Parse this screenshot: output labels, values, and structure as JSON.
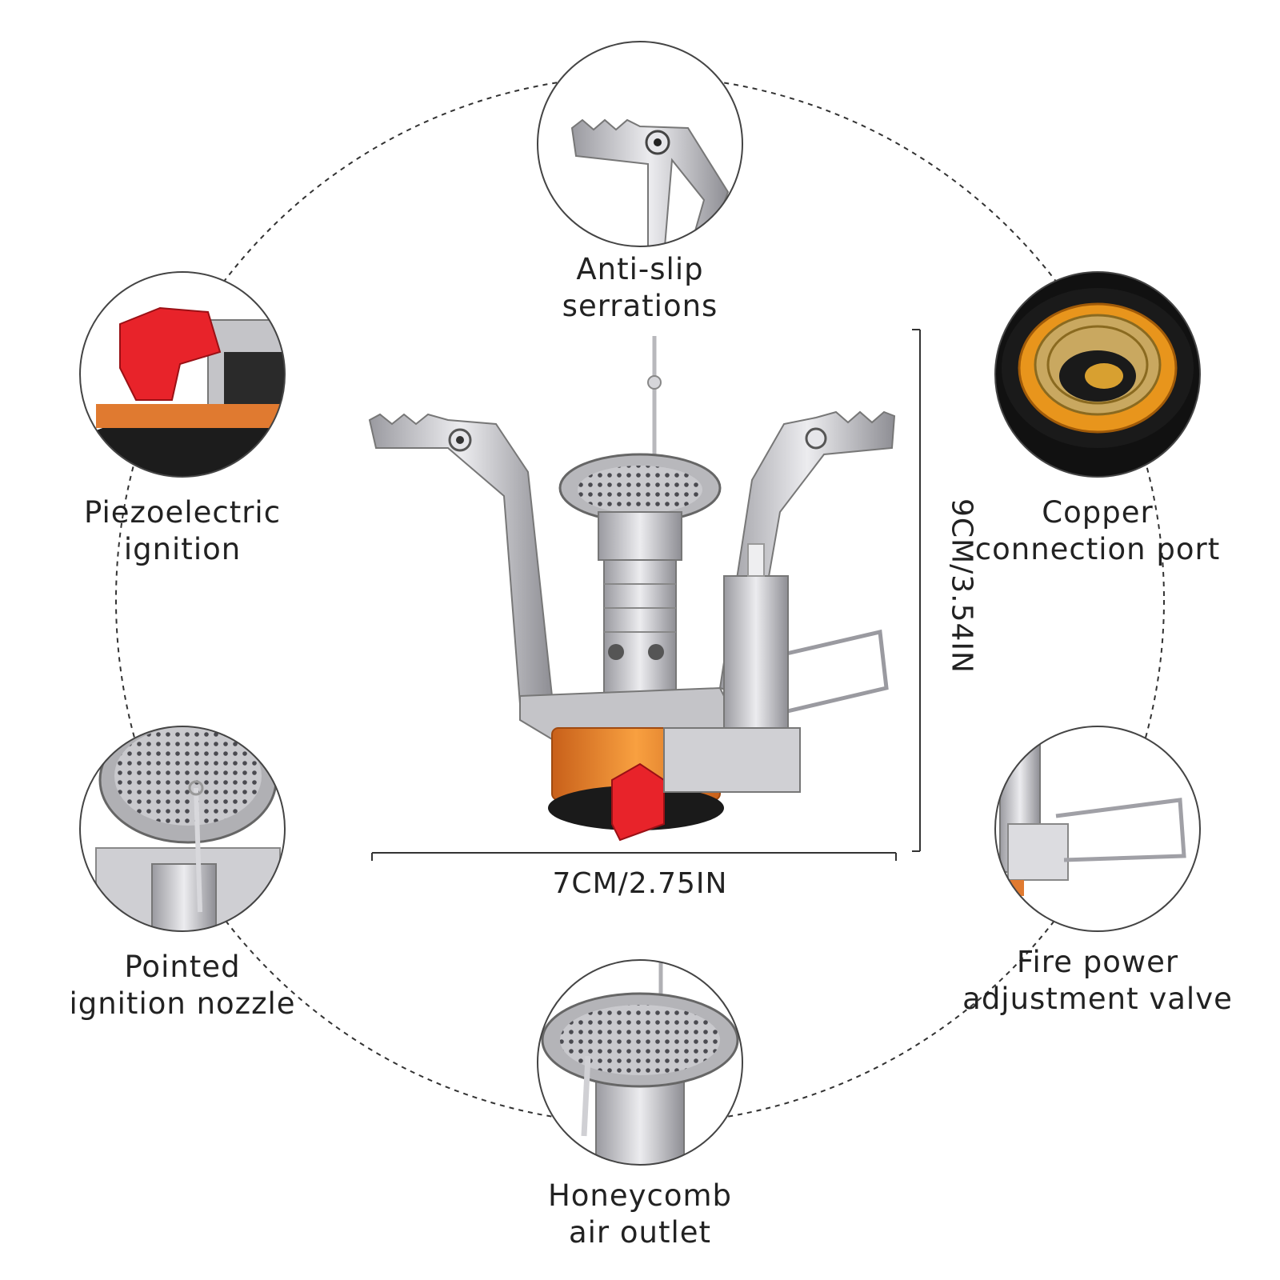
{
  "features": {
    "anti_slip": {
      "line1": "Anti-slip",
      "line2": "serrations",
      "icon": "pot-support-arm-icon"
    },
    "piezo": {
      "line1": "Piezoelectric",
      "line2": "ignition",
      "icon": "red-ignition-button-icon"
    },
    "copper": {
      "line1": "Copper",
      "line2": "connection port",
      "icon": "threaded-port-icon"
    },
    "nozzle": {
      "line1": "Pointed",
      "line2": "ignition nozzle",
      "icon": "burner-head-icon"
    },
    "valve": {
      "line1": "Fire power",
      "line2": "adjustment valve",
      "icon": "wire-valve-handle-icon"
    },
    "honeycomb": {
      "line1": "Honeycomb",
      "line2": "air outlet",
      "icon": "perforated-burner-icon"
    }
  },
  "dimensions": {
    "width": "7CM/2.75IN",
    "height": "9CM/3.54IN"
  },
  "colors": {
    "steel": "#c8c8cc",
    "steel_dark": "#8a8a90",
    "orange": "#e8821e",
    "red": "#e8232a",
    "text": "#222222",
    "dash": "#333333"
  }
}
